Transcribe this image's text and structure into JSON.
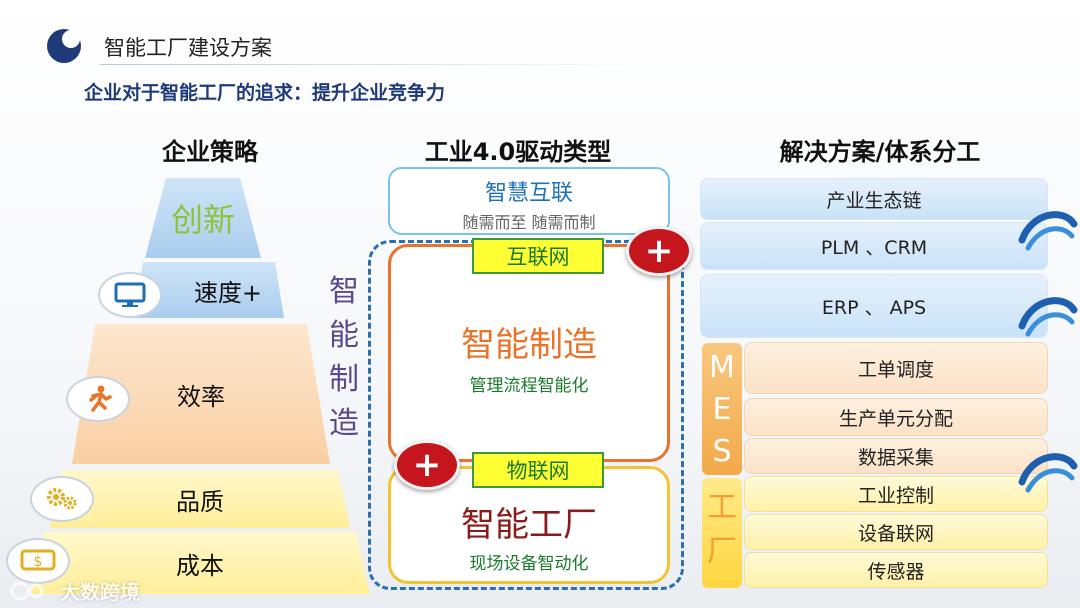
{
  "header": {
    "title": "智能工厂建设方案",
    "subtitle": "企业对于智能工厂的追求：提升企业竞争力"
  },
  "columns": {
    "left": "企业策略",
    "middle": "工业4.0驱动类型",
    "right": "解决方案/体系分工"
  },
  "pyramid": {
    "tiers": [
      "创新",
      "速度+",
      "效率",
      "品质",
      "成本"
    ]
  },
  "middle": {
    "top_box": {
      "title": "智慧互联",
      "subtitle": "随需而至 随需而制"
    },
    "vertical_label": [
      "智",
      "能",
      "制",
      "造"
    ],
    "manufacturing": {
      "tag": "互联网",
      "title": "智能制造",
      "subtitle": "管理流程智能化"
    },
    "factory": {
      "tag": "物联网",
      "title": "智能工厂",
      "subtitle": "现场设备智动化"
    },
    "plus_symbol": "+"
  },
  "right": {
    "top_items": [
      "产业生态链",
      "PLM 、CRM",
      "ERP 、 APS"
    ],
    "mes_label": [
      "M",
      "E",
      "S"
    ],
    "mes_items": [
      "工单调度",
      "生产单元分配",
      "数据采集"
    ],
    "factory_label": [
      "工",
      "厂"
    ],
    "factory_items": [
      "工业控制",
      "设备联网",
      "传感器"
    ]
  },
  "watermark": "大数跨境",
  "colors": {
    "accent_blue": "#1f3a78",
    "orange": "#e8742a",
    "green": "#1b7a2a",
    "red": "#c4161c",
    "dark_red": "#8b1a1a",
    "purple": "#5a4a8a"
  }
}
